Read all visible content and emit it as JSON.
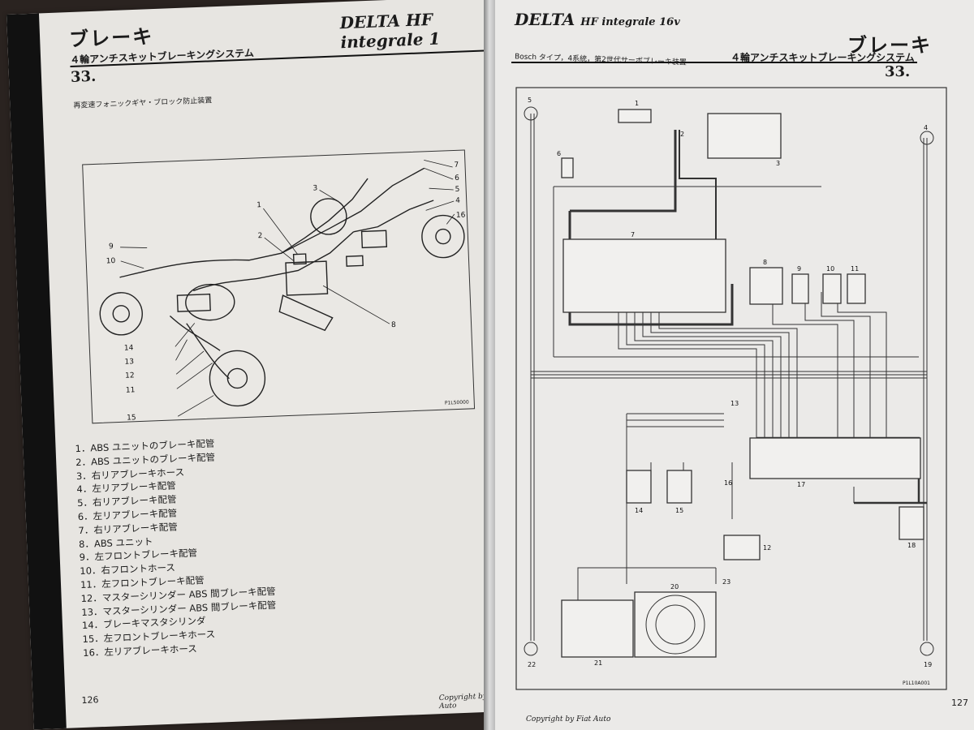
{
  "left_page": {
    "header": {
      "title": "ブレーキ",
      "subtitle": "４輪アンチスキットブレーキングシステム",
      "section": "33.",
      "model": "DELTA HF integrale 1"
    },
    "note": "再変速フォニックギヤ・ブロック防止装置",
    "figure": {
      "callouts": [
        "1",
        "2",
        "3",
        "4",
        "5",
        "6",
        "7",
        "8",
        "9",
        "10",
        "11",
        "12",
        "13",
        "14",
        "15",
        "16"
      ],
      "code": "P1L50000"
    },
    "legend": [
      "1．ABS ユニットのブレーキ配管",
      "2．ABS ユニットのブレーキ配管",
      "3．右リアブレーキホース",
      "4．左リアブレーキ配管",
      "5．右リアブレーキ配管",
      "6．左リアブレーキ配管",
      "7．右リアブレーキ配管",
      "8．ABS ユニット",
      "9．左フロントブレーキ配管",
      "10．右フロントホース",
      "11．左フロントブレーキ配管",
      "12．マスターシリンダー ABS 間ブレーキ配管",
      "13．マスターシリンダー ABS 間ブレーキ配管",
      "14．ブレーキマスタシリンダ",
      "15．左フロントブレーキホース",
      "16．左リアブレーキホース"
    ],
    "page_number": "126",
    "copyright": "Copyright by Fiat Auto"
  },
  "right_page": {
    "header": {
      "model": "DELTA",
      "model_sub": "HF integrale 16v",
      "title": "ブレーキ",
      "subtitle": "４輪アンチスキットブレーキングシステム",
      "section": "33."
    },
    "note": "Bosch タイプ，4系統，第2世代サーボブレーキ装置",
    "diagram": {
      "labels": [
        "1",
        "2",
        "3",
        "4",
        "5",
        "6",
        "7",
        "8",
        "9",
        "10",
        "11",
        "12",
        "13",
        "14",
        "15",
        "16",
        "17",
        "18",
        "19",
        "20",
        "21",
        "22",
        "23"
      ],
      "code": "P1L10A001"
    },
    "page_number": "127",
    "copyright": "Copyright by Fiat Auto"
  }
}
